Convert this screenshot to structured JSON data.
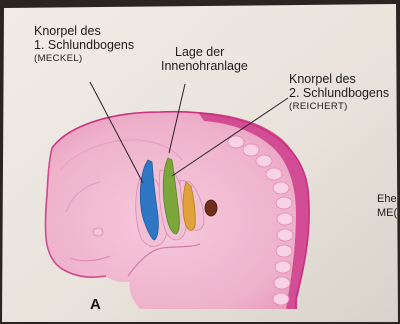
{
  "labels": {
    "meckel": {
      "line1": "Knorpel des",
      "line2": "1. Schlundbogens",
      "line3": "(MECKEL)"
    },
    "inner_ear": {
      "line1": "Lage der",
      "line2": "Innenohranlage"
    },
    "reichert": {
      "line1": "Knorpel des",
      "line2": "2. Schlundbogens",
      "line3": "(REICHERT)"
    },
    "right_margin": {
      "line1": "Ehe",
      "line2": "ME("
    },
    "figure_letter": "A"
  },
  "colors": {
    "page": "#e9e3dc",
    "embryo_fill": "#efb9cf",
    "embryo_edge": "#cd3b86",
    "meckel_cartilage": "#2f77c4",
    "inner_ear": "#7aa63a",
    "reichert_cartilage": "#e0a23a",
    "ear_pit": "#6d2e1b"
  }
}
